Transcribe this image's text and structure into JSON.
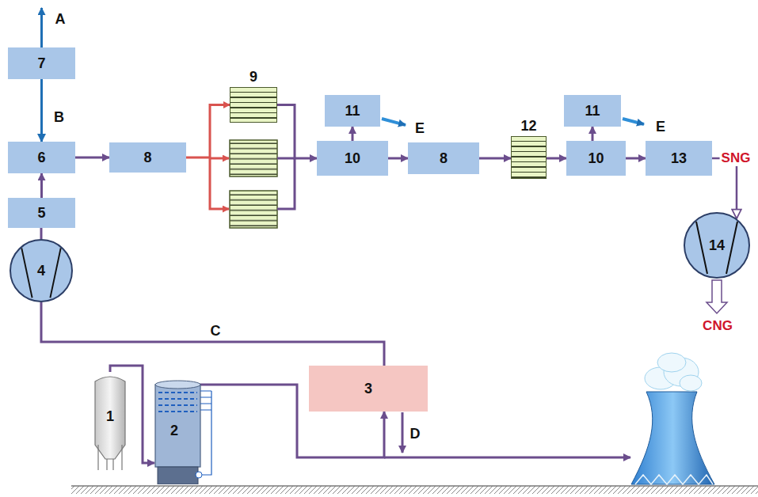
{
  "diagram": {
    "nodes": [
      {
        "text": [
          "7"
        ]
      },
      {
        "text": [
          "6"
        ]
      },
      {
        "text": [
          "5"
        ]
      },
      {
        "text": [
          "4"
        ]
      },
      {
        "text": [
          "8"
        ]
      },
      {
        "text": [
          "9"
        ]
      },
      {
        "text": [
          "10"
        ]
      },
      {
        "text": [
          "11"
        ]
      },
      {
        "text": [
          "8"
        ]
      },
      {
        "text": [
          "12"
        ]
      },
      {
        "text": [
          "10"
        ]
      },
      {
        "text": [
          "11"
        ]
      },
      {
        "text": [
          "13"
        ]
      },
      {
        "text": [
          "14"
        ]
      },
      {
        "text": [
          "3"
        ]
      },
      {
        "text": [
          "1"
        ]
      },
      {
        "text": [
          "2"
        ]
      }
    ],
    "edges": [
      {
        "from": 0,
        "to": 1,
        "label": "B",
        "arrow": "to"
      },
      {
        "from": 3,
        "to": 2,
        "arrow": "none"
      },
      {
        "from": 2,
        "to": 1,
        "arrow": "to"
      },
      {
        "from": 1,
        "to": 4,
        "arrow": "to"
      },
      {
        "from": 4,
        "to": 5,
        "arrow": "to"
      },
      {
        "from": 5,
        "to": 6,
        "arrow": "to"
      },
      {
        "from": 6,
        "to": 7,
        "arrow": "to"
      },
      {
        "from": 6,
        "to": 8,
        "arrow": "to"
      },
      {
        "from": 8,
        "to": 9,
        "arrow": "to"
      },
      {
        "from": 9,
        "to": 10,
        "arrow": "to"
      },
      {
        "from": 10,
        "to": 11,
        "arrow": "to"
      },
      {
        "from": 10,
        "to": 12,
        "arrow": "to"
      },
      {
        "from": 12,
        "to": 13,
        "label": "SNG",
        "arrow": "to"
      },
      {
        "from": 15,
        "to": 16,
        "arrow": "to"
      },
      {
        "from": 16,
        "to": 14,
        "arrow": "to"
      },
      {
        "from": 14,
        "to": 3,
        "label": "C",
        "arrow": "none"
      }
    ],
    "labels": [
      "A",
      "D",
      "E",
      "E",
      "CNG"
    ]
  }
}
